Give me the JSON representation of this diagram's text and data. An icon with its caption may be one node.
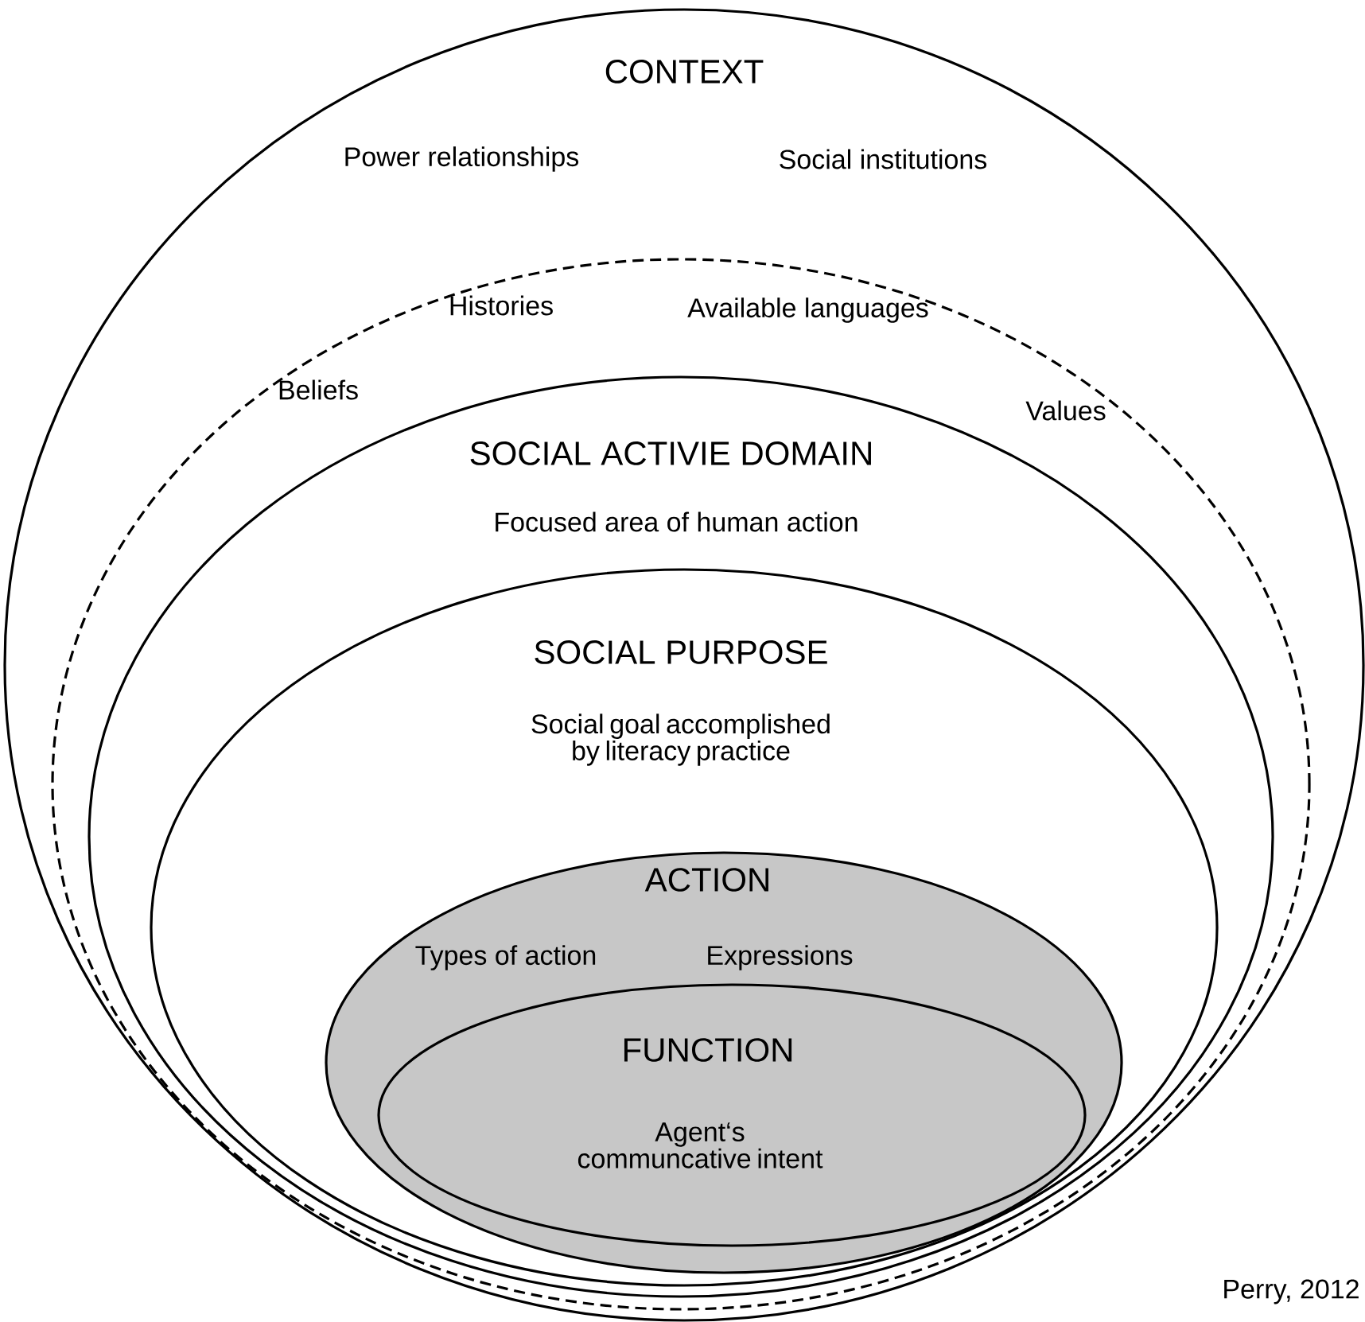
{
  "diagram": {
    "nodes": [
      {
        "text": [
          "CONTEXT",
          "Power relationships",
          "Social institutions"
        ]
      },
      {
        "text": [
          "Histories",
          "Available languages",
          "Beliefs",
          "Values"
        ],
        "in": 0
      },
      {
        "text": [
          "SOCIAL ACTIVIE DOMAIN",
          "Focused area of human action"
        ],
        "in": 1
      },
      {
        "text": [
          "SOCIAL PURPOSE",
          "Social goal accomplished by literacy practice"
        ],
        "in": 2
      },
      {
        "text": [
          "ACTION",
          "Types of action",
          "Expressions"
        ],
        "in": 3
      },
      {
        "text": [
          "FUNCTION",
          "Agent‘s communcative intent"
        ],
        "in": 4
      }
    ],
    "labels": [
      "Perry, 2012"
    ]
  }
}
